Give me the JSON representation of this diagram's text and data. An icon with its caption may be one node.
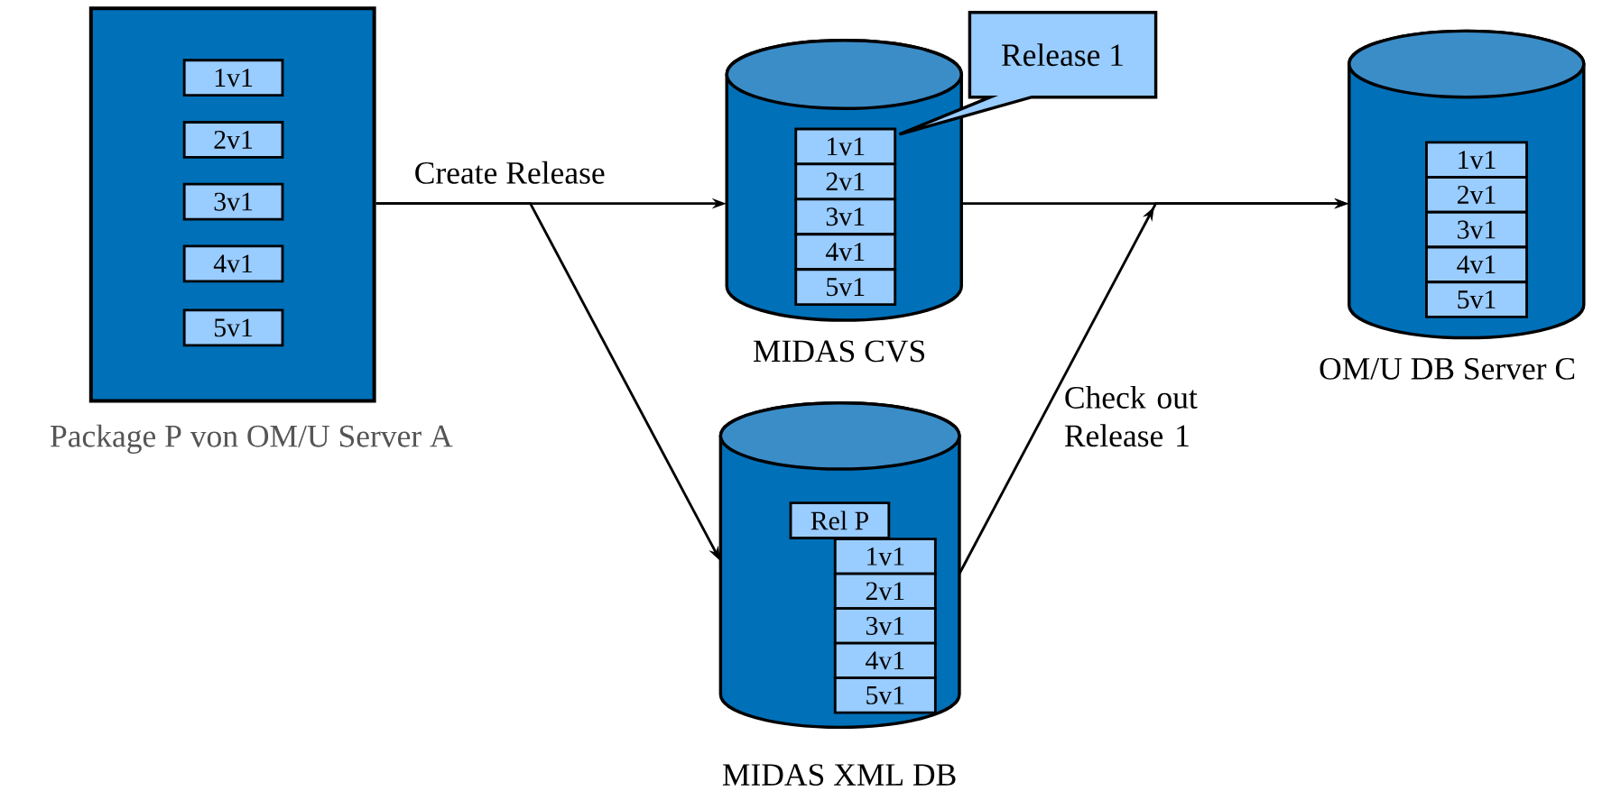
{
  "diagram": {
    "nodes": [
      {
        "text": [
          "Package P von OM/U Server A"
        ]
      },
      {
        "text": [
          "1v1"
        ],
        "in": 0
      },
      {
        "text": [
          "2v1"
        ],
        "in": 0
      },
      {
        "text": [
          "3v1"
        ],
        "in": 0
      },
      {
        "text": [
          "4v1"
        ],
        "in": 0
      },
      {
        "text": [
          "5v1"
        ],
        "in": 0
      },
      {
        "text": [
          "MIDAS CVS"
        ]
      },
      {
        "text": [
          "1v1"
        ],
        "in": 6
      },
      {
        "text": [
          "2v1"
        ],
        "in": 6
      },
      {
        "text": [
          "3v1"
        ],
        "in": 6
      },
      {
        "text": [
          "4v1"
        ],
        "in": 6
      },
      {
        "text": [
          "5v1"
        ],
        "in": 6
      },
      {
        "text": [
          "Release 1"
        ]
      },
      {
        "text": [
          "MIDAS XML DB"
        ]
      },
      {
        "text": [
          "Rel P"
        ],
        "in": 13
      },
      {
        "text": [
          "1v1"
        ],
        "in": 13
      },
      {
        "text": [
          "2v1"
        ],
        "in": 13
      },
      {
        "text": [
          "3v1"
        ],
        "in": 13
      },
      {
        "text": [
          "4v1"
        ],
        "in": 13
      },
      {
        "text": [
          "5v1"
        ],
        "in": 13
      },
      {
        "text": [
          "OM/U DB Server C"
        ]
      },
      {
        "text": [
          "1v1"
        ],
        "in": 20
      },
      {
        "text": [
          "2v1"
        ],
        "in": 20
      },
      {
        "text": [
          "3v1"
        ],
        "in": 20
      },
      {
        "text": [
          "4v1"
        ],
        "in": 20
      },
      {
        "text": [
          "5v1"
        ],
        "in": 20
      }
    ],
    "edges": [
      {
        "from": 0,
        "to": 6,
        "arrow": "to",
        "label": "Create Release"
      },
      {
        "from": 0,
        "to": 13,
        "arrow": "to"
      },
      {
        "from": 6,
        "to": 20,
        "arrow": "to"
      },
      {
        "from": 13,
        "to": 20,
        "arrow": "to",
        "label": "Check out Release 1"
      }
    ]
  }
}
